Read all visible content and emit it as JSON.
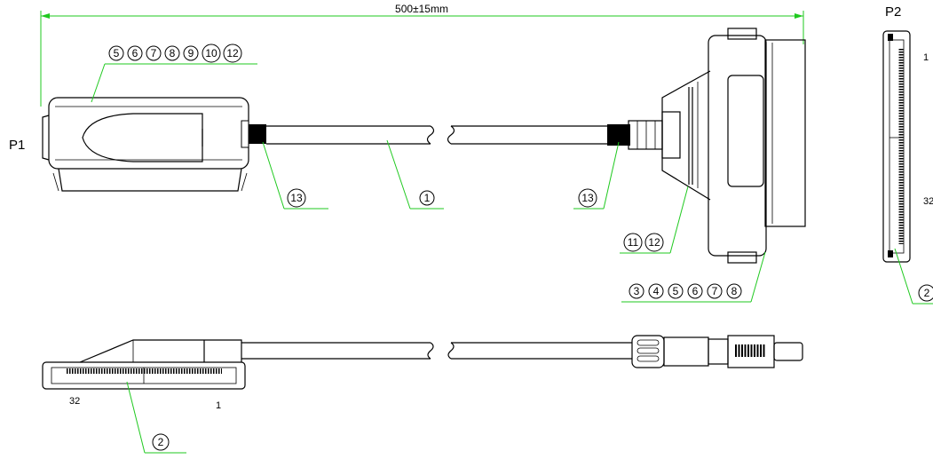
{
  "dimension": {
    "text": "500±15mm"
  },
  "connectors": {
    "p1_label": "P1",
    "p2_label": "P2"
  },
  "pins": {
    "p2_pin_first": "1",
    "p2_pin_last": "32",
    "side_pin_first": "1",
    "side_pin_last": "32"
  },
  "callouts": {
    "c_5": "5",
    "c_6": "6",
    "c_7": "7",
    "c_8": "8",
    "c_9": "9",
    "c_10": "10",
    "c_12": "12",
    "c_13_left": "13",
    "c_1": "1",
    "c_13_right": "13",
    "c_11b": "11",
    "c_12b": "12",
    "c_3": "3",
    "c_4": "4",
    "c_5b": "5",
    "c_6b": "6",
    "c_7b": "7",
    "c_8b": "8",
    "c_2_side": "2",
    "c_2_p2": "2"
  },
  "colors": {
    "leader": "#1fc91f",
    "outline": "#000000"
  }
}
